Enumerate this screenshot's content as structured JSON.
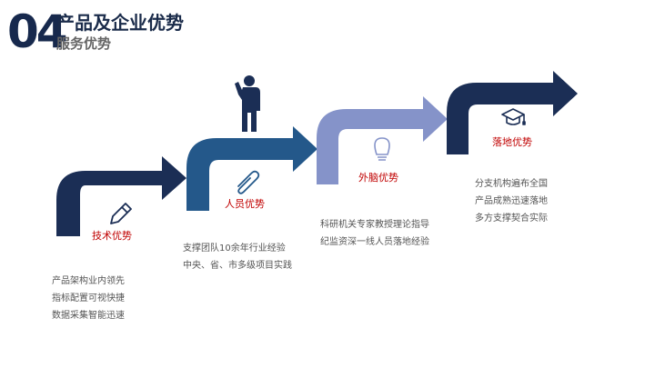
{
  "header": {
    "number": "04",
    "title": "产品及企业优势",
    "subtitle": "服务优势"
  },
  "steps": [
    {
      "label": "技术优势",
      "icon": "pencil-icon",
      "lines": [
        "产品架构业内领先",
        "指标配置可视快捷",
        "数据采集智能迅速"
      ],
      "color": "#1b2e55"
    },
    {
      "label": "人员优势",
      "icon": "paperclip-icon",
      "lines": [
        "支撑团队10余年行业经验",
        "中央、省、市多级项目实践"
      ],
      "color": "#24588a"
    },
    {
      "label": "外脑优势",
      "icon": "lightbulb-icon",
      "lines": [
        "科研机关专家教授理论指导",
        "纪监资深一线人员落地经验"
      ],
      "color": "#8593c9"
    },
    {
      "label": "落地优势",
      "icon": "graduation-cap-icon",
      "lines": [
        "分支机构遍布全国",
        "产品成熟迅速落地",
        "多方支撑契合实际"
      ],
      "color": "#1b2e55"
    }
  ]
}
